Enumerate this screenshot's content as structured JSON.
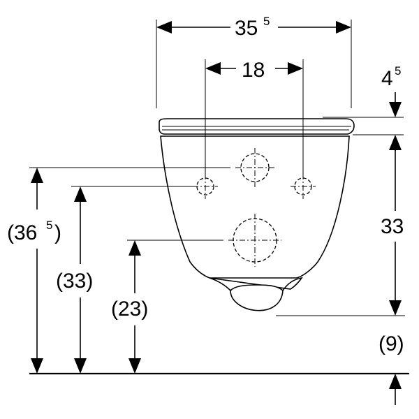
{
  "dimensions": {
    "overall_width": {
      "main": "35",
      "sup": "5"
    },
    "mount_spacing": {
      "main": "18"
    },
    "seat_thickness": {
      "main": "4",
      "sup": "5"
    },
    "bowl_height": {
      "main": "33"
    },
    "top_from_floor": {
      "main": "(36",
      "sup": "5",
      "close": ")"
    },
    "mount_from_floor": {
      "main": "(33)"
    },
    "drain_from_floor": {
      "main": "(23)"
    },
    "bottom_clearance": {
      "main": "(9)"
    }
  }
}
